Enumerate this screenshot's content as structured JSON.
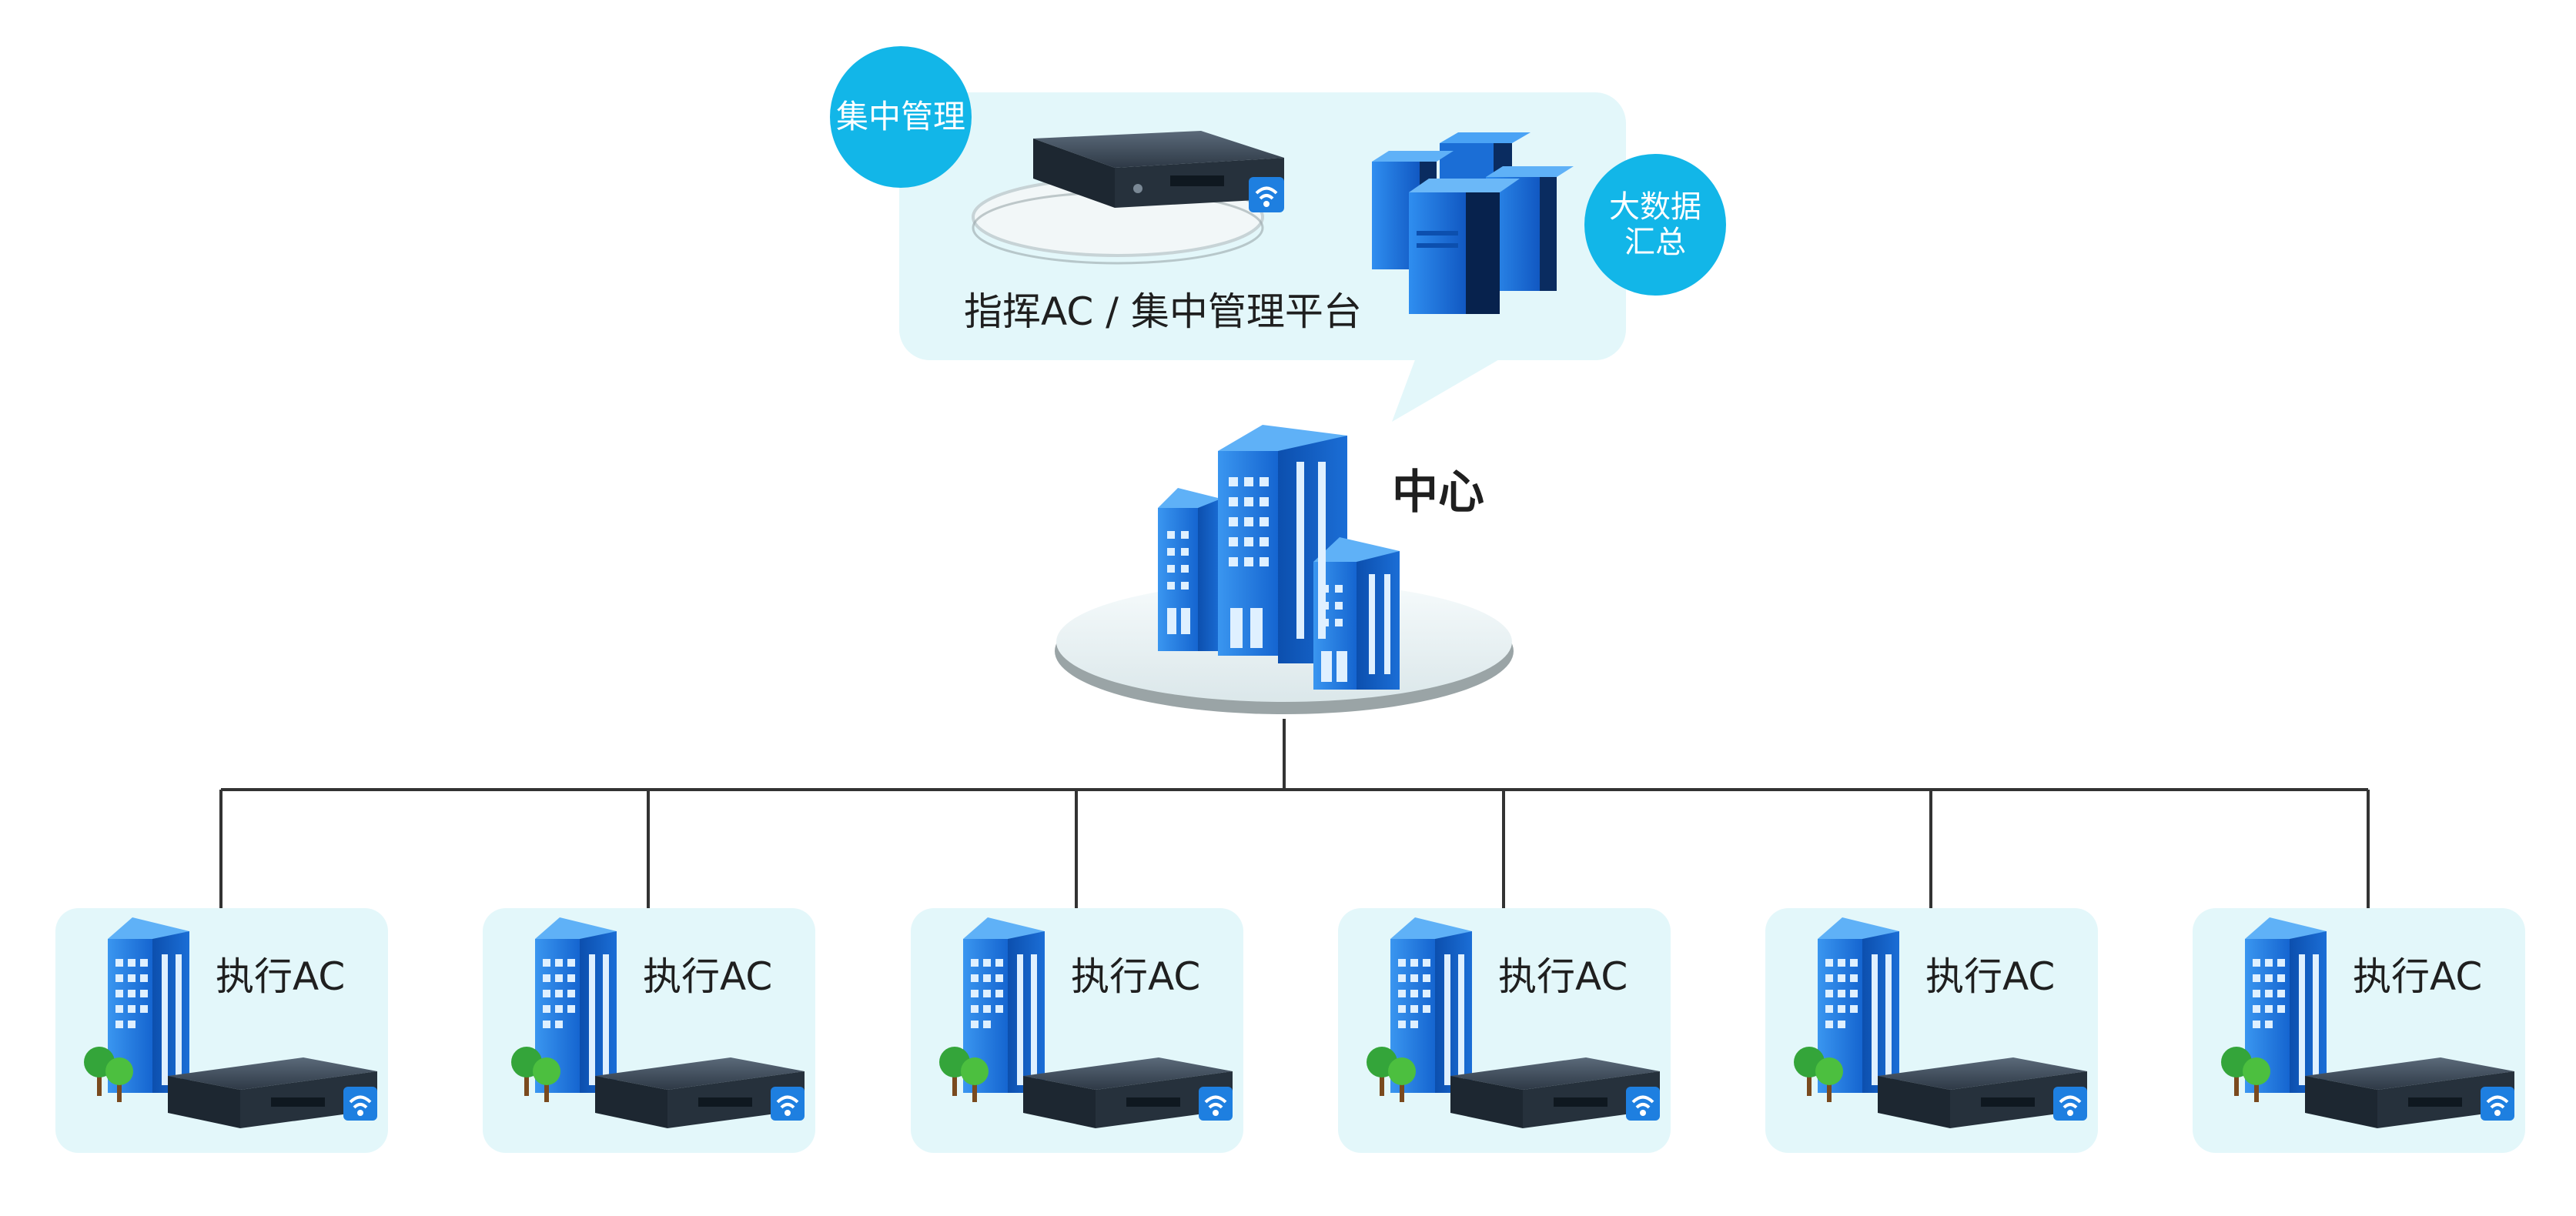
{
  "hub": {
    "platform_label": "指挥AC / 集中管理平台",
    "badge_left": "集中管理",
    "badge_right_line1": "大数据",
    "badge_right_line2": "汇总"
  },
  "center": {
    "label": "中心"
  },
  "branches": [
    {
      "label": "执行AC"
    },
    {
      "label": "执行AC"
    },
    {
      "label": "执行AC"
    },
    {
      "label": "执行AC"
    },
    {
      "label": "执行AC"
    },
    {
      "label": "执行AC"
    }
  ],
  "colors": {
    "panel_bg": "#e3f7fa",
    "badge": "#12b6e8",
    "building_blue": "#1e7fe0",
    "building_dark": "#0d55b8",
    "device_dark": "#2a3440",
    "line": "#333333",
    "ellipse": "#e9f1f3"
  },
  "icons": [
    "ac-controller-icon",
    "server-cluster-icon",
    "office-buildings-icon",
    "wifi-icon",
    "tree-icon"
  ]
}
